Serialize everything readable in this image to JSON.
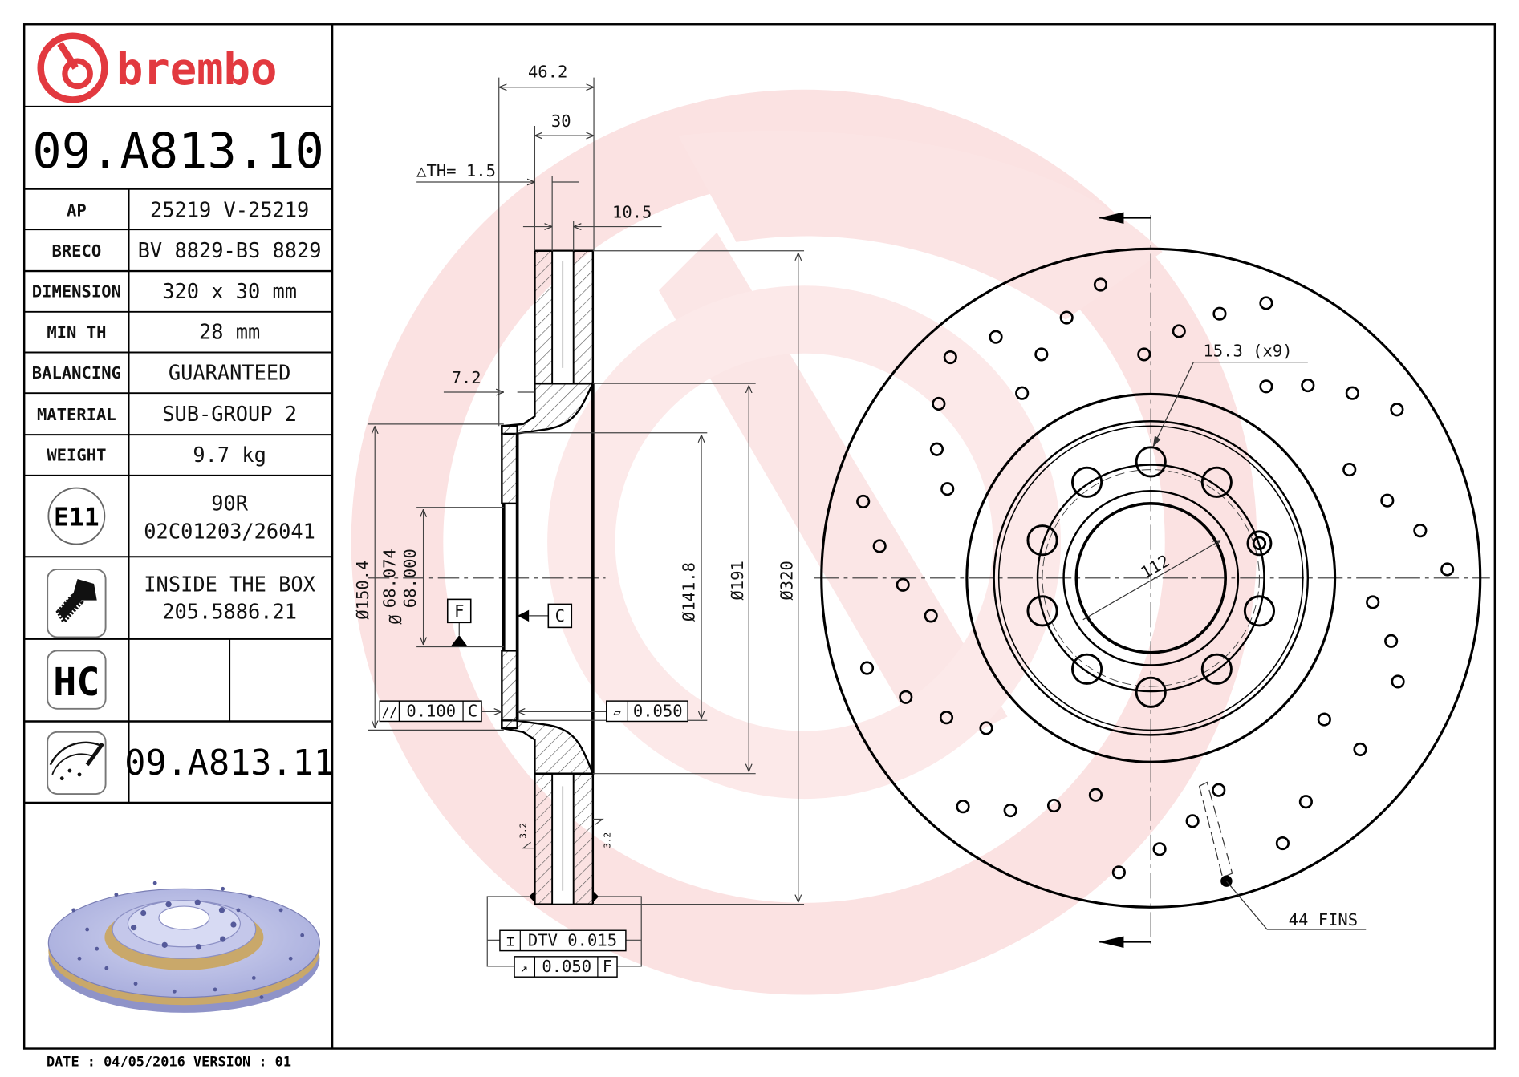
{
  "brand": {
    "name": "brembo",
    "color": "#e2393f",
    "logo_icon": "brembo-b-logo-icon"
  },
  "part_number": "09.A813.10",
  "spec_table": [
    {
      "label": "AP",
      "value": "25219 V-25219"
    },
    {
      "label": "BRECO",
      "value": "BV 8829-BS 8829"
    },
    {
      "label": "DIMENSION",
      "value": "320 x 30 mm"
    },
    {
      "label": "MIN TH",
      "value": "28 mm"
    },
    {
      "label": "BALANCING",
      "value": "GUARANTEED"
    },
    {
      "label": "MATERIAL",
      "value": "SUB-GROUP 2"
    },
    {
      "label": "WEIGHT",
      "value": "9.7 kg"
    }
  ],
  "certification": {
    "icon": "e11-approval-icon",
    "icon_text": "E11",
    "line1": "90R",
    "line2": "02C01203/26041"
  },
  "hardware": {
    "icon": "screw-icon",
    "line1": "INSIDE THE BOX",
    "line2": "205.5886.21"
  },
  "coating": {
    "icon": "hc-icon",
    "icon_text": "HC"
  },
  "alternate": {
    "icon": "drilled-disc-icon",
    "part_number": "09.A813.11"
  },
  "footer": {
    "text": "DATE : 04/05/2016 VERSION : 01"
  },
  "section_view": {
    "overall_width": "46.2",
    "thickness": "30",
    "delta_th": "△TH= 1.5",
    "vent_gap": "10.5",
    "hat_offset": "7.2",
    "dia_hat": "Ø150.4",
    "dia_bore_max": "68.074",
    "dia_bore_min": "68.000",
    "bore_prefix": "Ø",
    "dia_inner_face": "Ø141.8",
    "dia_friction_inner": "Ø191",
    "dia_outer": "Ø320",
    "datum_f": "F",
    "datum_c": "C",
    "parallelism": {
      "symbol": "//",
      "value": "0.100",
      "datum": "C"
    },
    "flatness": {
      "symbol": "▱",
      "value": "0.050"
    },
    "dtv": {
      "symbol": "⌶",
      "value": "DTV 0.015"
    },
    "runout": {
      "symbol": "↗",
      "value": "0.050",
      "datum": "F"
    },
    "roughness_left": "3.2",
    "roughness_right": "3.2"
  },
  "front_view": {
    "bolt_holes": "15.3 (x9)",
    "pcd": "112",
    "fins": "44 FINS"
  },
  "colors": {
    "watermark": "#fbe4e4",
    "line": "#000000",
    "disc_render": "#b9bde6",
    "vane_render": "#c9a86a"
  }
}
